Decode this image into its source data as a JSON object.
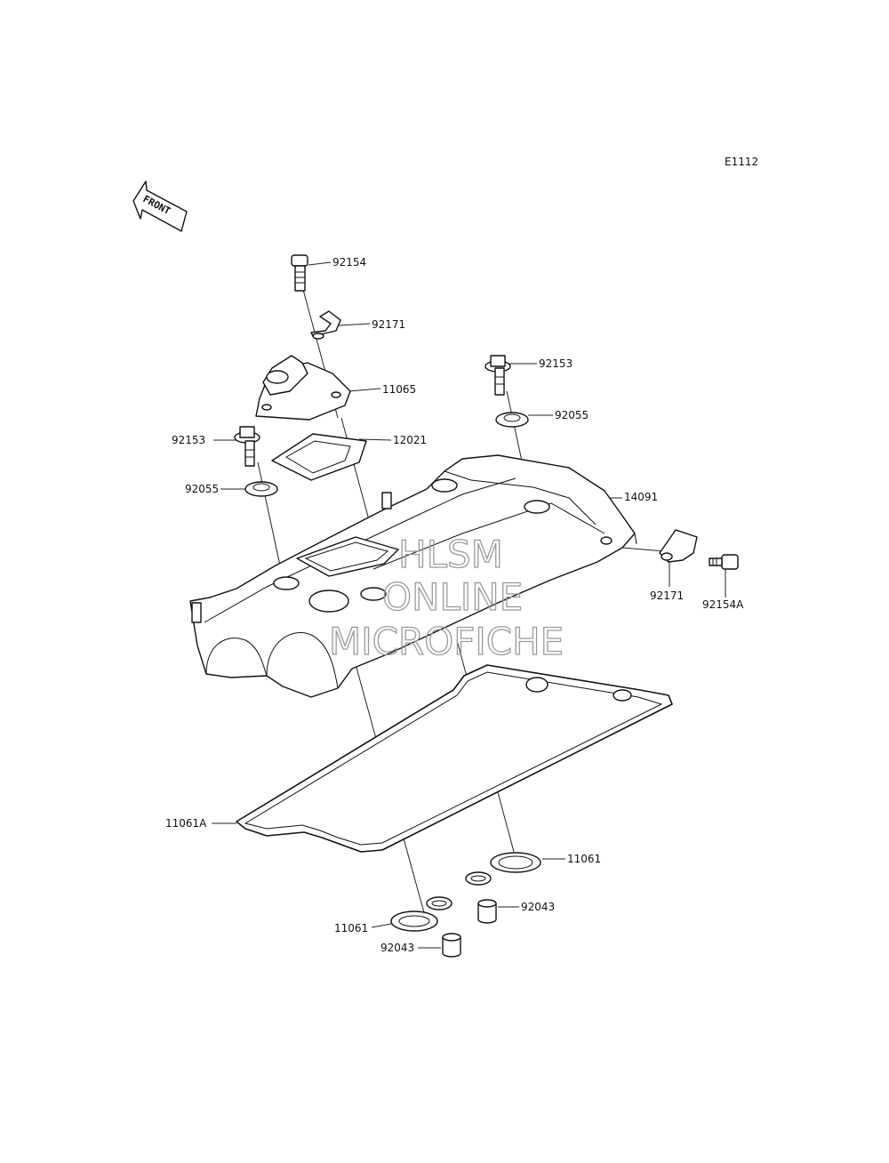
{
  "diagram_code": "E1112",
  "front_marker": "FRONT",
  "watermark": [
    "HLSM",
    "ONLINE",
    "MICROFICHE"
  ],
  "parts": {
    "bolt_top": "92154",
    "clamp_top": "92171",
    "breather_cover": "11065",
    "plate": "12021",
    "bolt_right": "92153",
    "washer_right": "92055",
    "bolt_left": "92153",
    "washer_left": "92055",
    "head_cover": "14091",
    "clamp_right": "92171",
    "bolt_right_a": "92154A",
    "gasket_main": "11061A",
    "gasket_right": "11061",
    "dowel_right": "92043",
    "gasket_left": "11061",
    "dowel_left": "92043"
  }
}
